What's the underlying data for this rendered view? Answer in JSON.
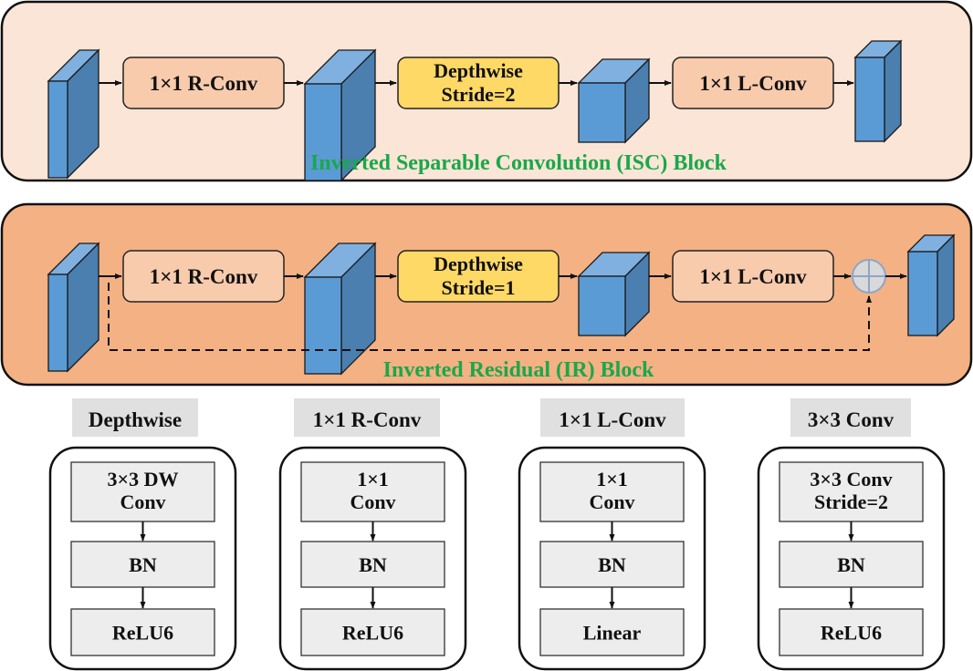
{
  "colors": {
    "isc_bg": "#fbe5d6",
    "ir_bg": "#f4b183",
    "conv_box": "#f8cbad",
    "depthwise_box": "#ffd966",
    "tensor_front": "#5b9bd5",
    "tensor_top": "#7fb0e0",
    "tensor_side": "#4a7fb0",
    "legend_label_bg": "#e0e0e0",
    "legend_step_bg": "#ededed",
    "title_green": "#1aa84a"
  },
  "isc_block": {
    "title": "Inverted Separable Convolution (ISC) Block",
    "r_conv": "1×1 R-Conv",
    "depthwise_line1": "Depthwise",
    "depthwise_line2": "Stride=2",
    "l_conv": "1×1 L-Conv"
  },
  "ir_block": {
    "title": "Inverted Residual (IR) Block",
    "r_conv": "1×1 R-Conv",
    "depthwise_line1": "Depthwise",
    "depthwise_line2": "Stride=1",
    "l_conv": "1×1 L-Conv",
    "add_symbol": "add-icon"
  },
  "legend": [
    {
      "label": "Depthwise",
      "steps": [
        [
          "3×3 DW",
          "Conv"
        ],
        [
          "BN"
        ],
        [
          "ReLU6"
        ]
      ]
    },
    {
      "label": "1×1 R-Conv",
      "steps": [
        [
          "1×1",
          "Conv"
        ],
        [
          "BN"
        ],
        [
          "ReLU6"
        ]
      ]
    },
    {
      "label": "1×1 L-Conv",
      "steps": [
        [
          "1×1",
          "Conv"
        ],
        [
          "BN"
        ],
        [
          "Linear"
        ]
      ]
    },
    {
      "label": "3×3 Conv",
      "steps": [
        [
          "3×3  Conv",
          "Stride=2"
        ],
        [
          "BN"
        ],
        [
          "ReLU6"
        ]
      ]
    }
  ]
}
